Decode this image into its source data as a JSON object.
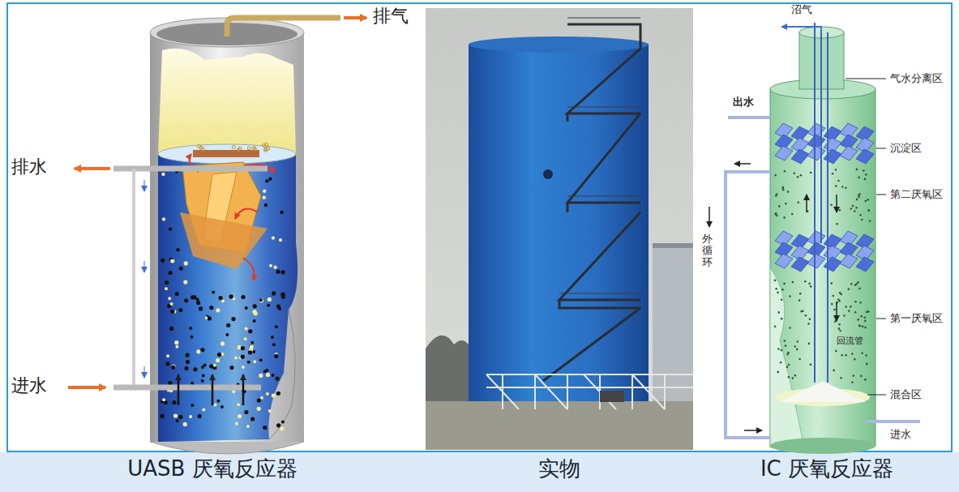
{
  "diagram": {
    "labels": [
      "排气",
      "排水",
      "进水",
      "沼气",
      "出水",
      "气水分离区",
      "沉淀区",
      "第二厌氧区",
      "外循环",
      "第一厌氧区",
      "回流管",
      "混合区",
      "进水",
      "UASB 厌氧反应器",
      "实物",
      "IC 厌氧反应器"
    ]
  }
}
